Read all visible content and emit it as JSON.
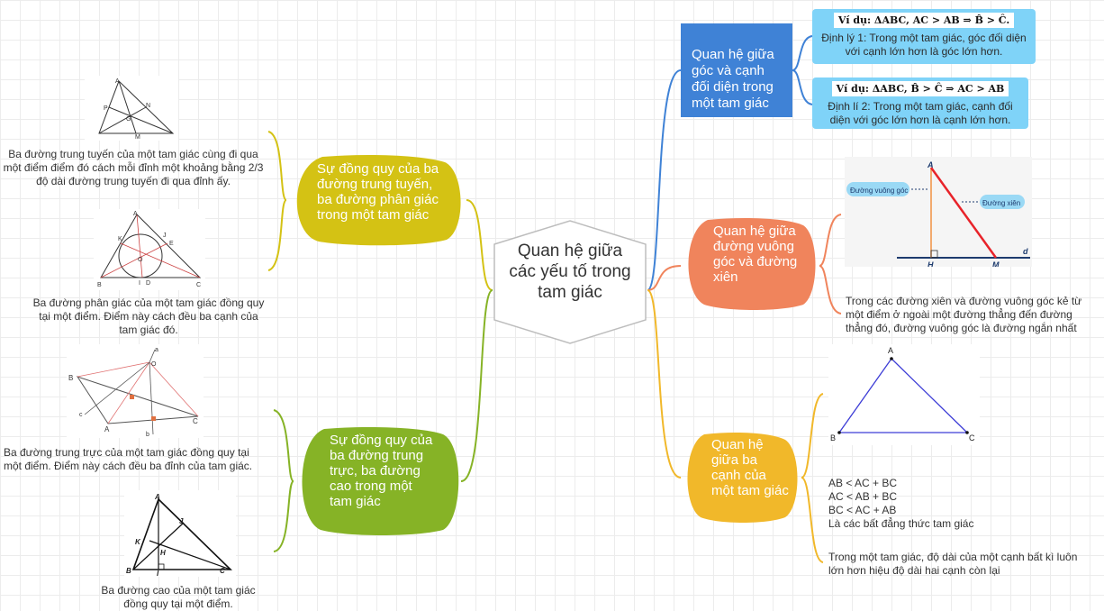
{
  "center": {
    "title": "Quan hệ giữa các yếu tố trong tam giác"
  },
  "left_top": {
    "title": "Sự đồng quy của ba đường trung tuyến, ba đường phân giác trong một tam giác",
    "notes": [
      "Ba đường trung tuyến của một tam giác cùng đi qua một điểm điểm đó cách mỗi đỉnh một khoảng bằng 2/3 độ dài đường trung tuyến đi qua đỉnh ấy.",
      "Ba đường phân giác của một tam giác đồng quy tại một điểm. Điểm này cách đều ba cạnh của tam giác đó."
    ]
  },
  "left_bottom": {
    "title": "Sự đồng quy của ba đường trung trực, ba đường cao trong một tam giác",
    "notes": [
      "Ba đường trung trực của một tam giác đồng quy tại một điểm. Điểm này cách đều ba đỉnh của tam giác.",
      "Ba đường cao của một tam giác đồng quy tại một điểm."
    ]
  },
  "right_1": {
    "title": "Quan hệ giữa góc và cạnh đối diện trong một tam giác",
    "cards": [
      {
        "example": "Ví dụ: ΔABC, AC > AB ⇒ B̂ > Ĉ.",
        "text": "Định lý 1: Trong một tam giác, góc đối diện với cạnh lớn hơn là góc lớn hơn."
      },
      {
        "example": "Ví dụ: ΔABC, B̂ > Ĉ ⇒ AC > AB",
        "text": "Định lí 2: Trong một tam giác, cạnh đối diện với góc lớn hơn là cạnh lớn hơn."
      }
    ]
  },
  "right_2": {
    "title": "Quan hệ giữa đường vuông góc và đường xiên",
    "figure": {
      "label_perp": "Đường vuông góc",
      "label_oblique": "Đường xiên",
      "A": "A",
      "H": "H",
      "M": "M",
      "d": "d"
    },
    "note": "Trong các đường xiên và đường vuông góc kẻ từ một điểm ở ngoài một đường thẳng đến đường thẳng đó, đường vuông góc là đường ngắn nhất"
  },
  "right_3": {
    "title": "Quan hệ giữa ba cạnh của một tam giác",
    "figure": {
      "A": "A",
      "B": "B",
      "C": "C"
    },
    "inequalities": [
      "AB < AC + BC",
      "AC < AB + BC",
      "BC < AC + AB",
      "Là các bất đẳng thức tam giác"
    ],
    "note": "Trong một tam giác, độ dài của một cạnh bất kì luôn lớn hơn hiệu độ dài hai cạnh còn lại"
  },
  "figures": {
    "median": {
      "A": "A",
      "N": "N",
      "P": "P",
      "G": "G",
      "M": "M"
    },
    "bisector": {
      "A": "A",
      "K": "K",
      "J": "J",
      "E": "E",
      "O": "O",
      "B": "B",
      "I": "I",
      "D": "D",
      "C": "C"
    },
    "perp_bisector": {
      "B": "B",
      "A": "A",
      "C": "C",
      "O": "O",
      "a": "a",
      "b": "b",
      "c": "c"
    },
    "altitude": {
      "A": "A",
      "J": "J",
      "K": "K",
      "H": "H",
      "B": "B",
      "I": "I",
      "C": "C"
    }
  },
  "colors": {
    "center_border": "#bdbdbd",
    "left_yellow": "#d4c214",
    "left_green": "#86b326",
    "right_blue": "#3f82d6",
    "right_orange": "#f0845c",
    "right_amber": "#f1b82a",
    "card_blue": "#7fd3f8"
  }
}
